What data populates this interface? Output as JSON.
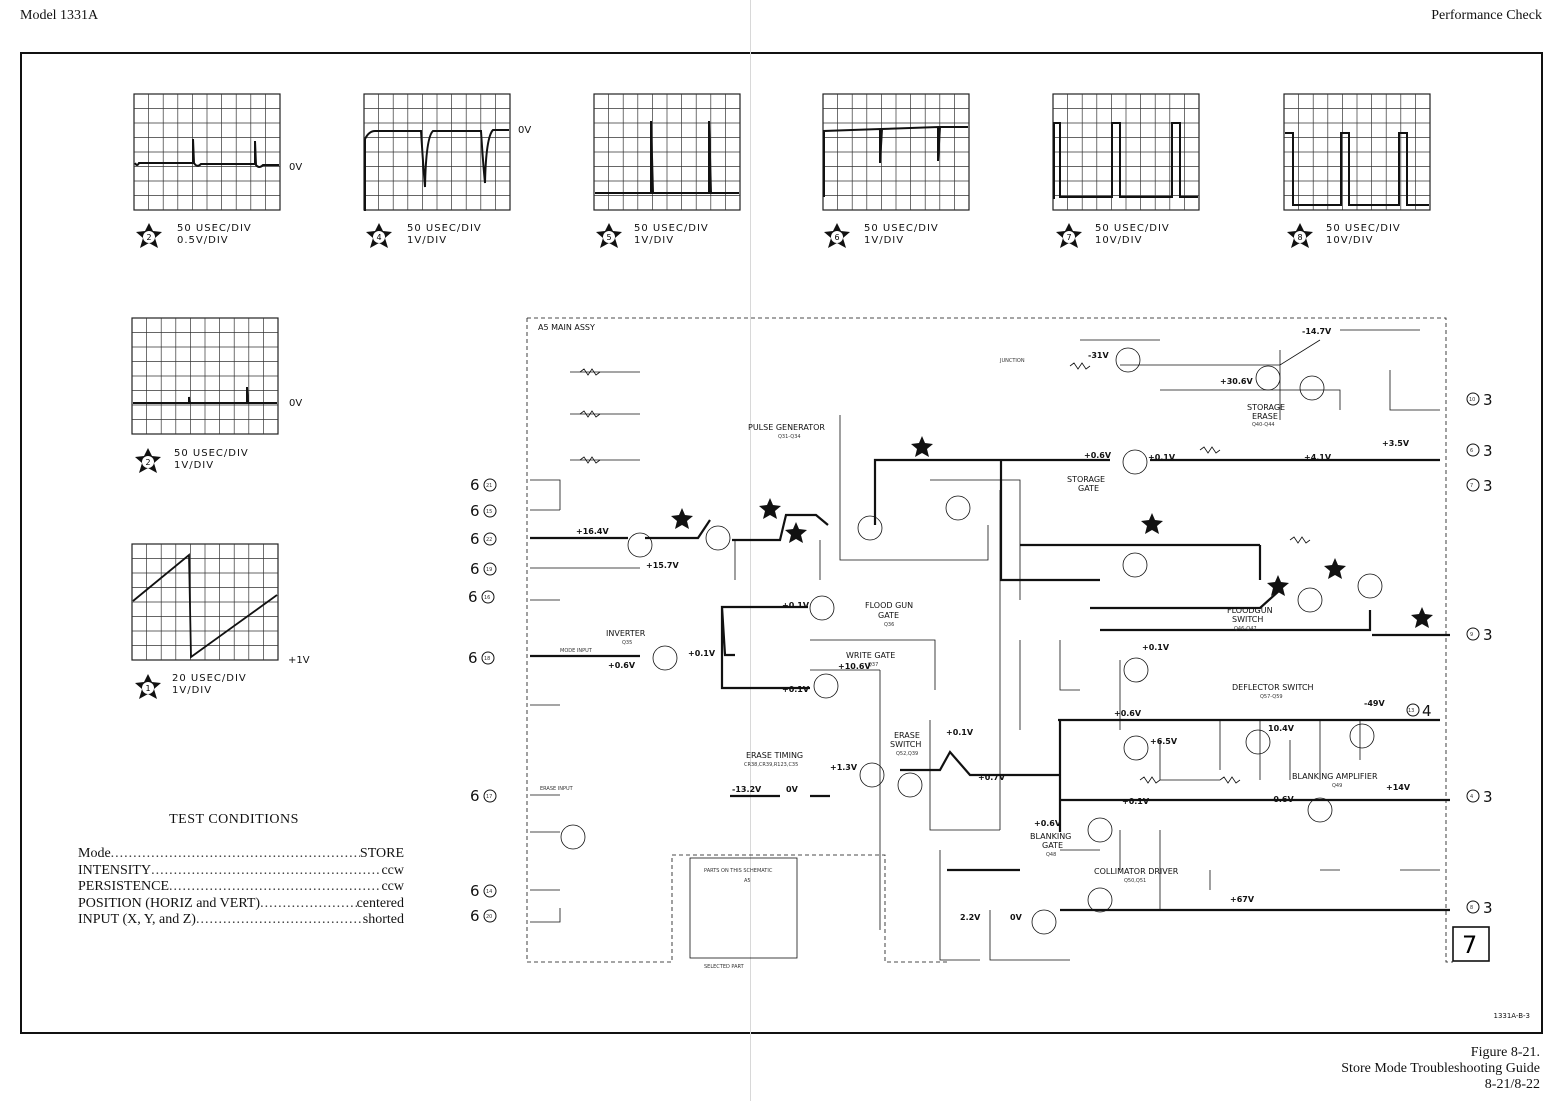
{
  "header": {
    "left": "Model 1331A",
    "right": "Performance Check"
  },
  "scopes": [
    {
      "id": "2",
      "caption1": "50 USEC/DIV",
      "caption2": "0.5V/DIV",
      "level": "0V"
    },
    {
      "id": "4",
      "caption1": "50 USEC/DIV",
      "caption2": "1V/DIV",
      "level": "0V"
    },
    {
      "id": "5",
      "caption1": "50 USEC/DIV",
      "caption2": "1V/DIV",
      "level": ""
    },
    {
      "id": "6",
      "caption1": "50 USEC/DIV",
      "caption2": "1V/DIV",
      "level": ""
    },
    {
      "id": "7",
      "caption1": "50 USEC/DIV",
      "caption2": "10V/DIV",
      "level": ""
    },
    {
      "id": "8",
      "caption1": "50 USEC/DIV",
      "caption2": "10V/DIV",
      "level": ""
    },
    {
      "id": "2",
      "caption1": "50 USEC/DIV",
      "caption2": "1V/DIV",
      "level": "0V"
    },
    {
      "id": "1",
      "caption1": "20 USEC/DIV",
      "caption2": "1V/DIV",
      "level": "+1V"
    }
  ],
  "test_conditions": {
    "title": "TEST CONDITIONS",
    "rows": [
      {
        "label": "Mode",
        "value": "STORE"
      },
      {
        "label": "INTENSITY",
        "value": "ccw"
      },
      {
        "label": "PERSISTENCE",
        "value": "ccw"
      },
      {
        "label": "POSITION (HORIZ and VERT)",
        "value": "centered"
      },
      {
        "label": "INPUT (X, Y, and Z)",
        "value": "shorted"
      }
    ]
  },
  "schematic": {
    "assembly": "A5 MAIN ASSY",
    "blocks": {
      "pulse_gen": "PULSE GENERATOR",
      "pulse_gen_sub": "Q31-Q34",
      "inverter": "INVERTER",
      "inverter_sub": "Q35",
      "flood_gate": "FLOOD GUN",
      "flood_gate2": "GATE",
      "flood_gate_sub": "Q36",
      "write_gate": "WRITE GATE",
      "write_gate_sub": "Q37",
      "erase_timing": "ERASE TIMING",
      "erase_timing_sub": "CR38,CR39,R123,C35",
      "erase_switch": "ERASE",
      "erase_switch2": "SWITCH",
      "erase_switch_sub": "Q52,Q39",
      "storage_gate": "STORAGE",
      "storage_gate2": "GATE",
      "storage_erase": "STORAGE",
      "storage_erase2": "ERASE",
      "storage_erase_sub": "Q40-Q44",
      "floodgun_switch": "FLOODGUN",
      "floodgun_switch2": "SWITCH",
      "floodgun_switch_sub": "Q46-Q47",
      "deflector_switch": "DEFLECTOR SWITCH",
      "deflector_switch_sub": "Q57-Q59",
      "blanking_amp": "BLANKING AMPLIFIER",
      "blanking_amp_sub": "Q49",
      "blanking_gate": "BLANKING",
      "blanking_gate2": "GATE",
      "blanking_gate_sub": "Q48",
      "collimator_driver": "COLLIMATOR DRIVER",
      "collimator_driver_sub": "Q50,Q51",
      "junction": "JUNCTION",
      "erase_input": "ERASE INPUT",
      "mode_input": "MODE INPUT",
      "parts_title": "PARTS ON THIS SCHEMATIC",
      "parts_assy": "A5",
      "selected": "SELECTED PART"
    },
    "voltages": {
      "v1": "+16.4V",
      "v2": "+15.7V",
      "v3": "+0.6V",
      "v4": "+0.1V",
      "v5": "+0.1V",
      "v6": "+10.6V",
      "v7": "+0.1V",
      "v8": "-13.2V",
      "v9": "0V",
      "v10": "+1.3V",
      "v11": "+0.1V",
      "v12": "+0.7V",
      "v13": "-31V",
      "v14": "+30.6V",
      "v15": "-14.7V",
      "v16": "+0.6V",
      "v17": "+0.1V",
      "v18": "+4.1V",
      "v19": "+3.5V",
      "v20": "+0.1V",
      "v21": "+0.6V",
      "v22": "+6.5V",
      "v23": "10.4V",
      "v24": "-49V",
      "v25": "+0.1V",
      "v26": "-0.6V",
      "v27": "+14V",
      "v28": "+0.6V",
      "v29": "+67V",
      "v30": "2.2V",
      "v31": "0V"
    },
    "left_connectors": [
      "6",
      "6",
      "6",
      "6",
      "6",
      "6",
      "6",
      "6",
      "6"
    ],
    "left_connector_nums": [
      "21",
      "15",
      "22",
      "19",
      "16",
      "18",
      "17",
      "14",
      "20"
    ],
    "right_connectors": [
      "3",
      "3",
      "3",
      "3",
      "4",
      "3",
      "3"
    ],
    "right_connector_nums": [
      "10",
      "6",
      "7",
      "9",
      "13",
      "4",
      "8"
    ],
    "sheet_number": "7"
  },
  "figure_ref": "1331A-B-3",
  "caption": {
    "line1": "Figure 8-21.",
    "line2": "Store Mode Troubleshooting Guide",
    "line3": "8-21/8-22"
  }
}
